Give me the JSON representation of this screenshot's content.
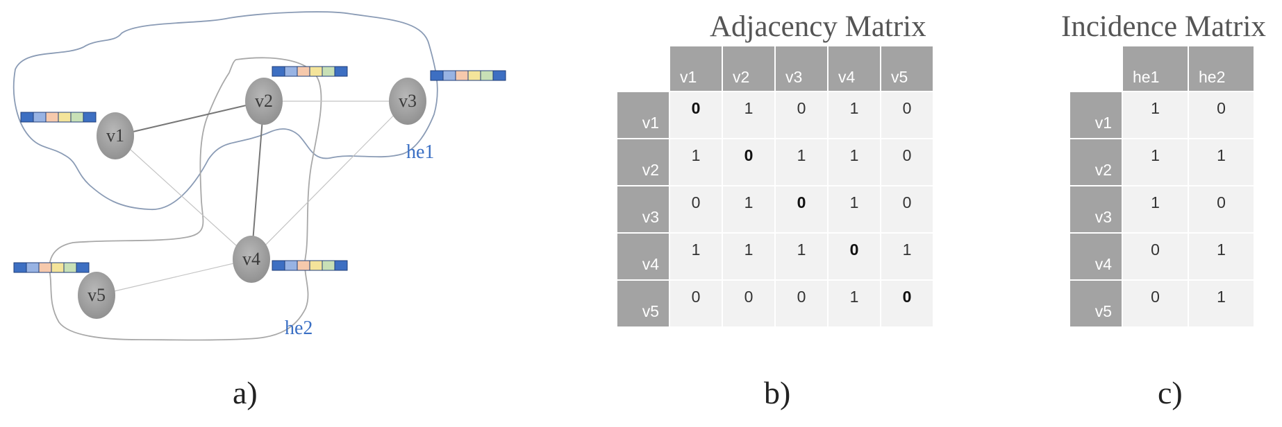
{
  "graph": {
    "nodes": [
      {
        "id": "v1",
        "label": "v1"
      },
      {
        "id": "v2",
        "label": "v2"
      },
      {
        "id": "v3",
        "label": "v3"
      },
      {
        "id": "v4",
        "label": "v4"
      },
      {
        "id": "v5",
        "label": "v5"
      }
    ],
    "edges": [
      [
        "v1",
        "v2"
      ],
      [
        "v2",
        "v3"
      ],
      [
        "v1",
        "v4"
      ],
      [
        "v2",
        "v4"
      ],
      [
        "v3",
        "v4"
      ],
      [
        "v4",
        "v5"
      ]
    ],
    "hyperedges": [
      {
        "label": "he1",
        "members": [
          "v1",
          "v2",
          "v3"
        ]
      },
      {
        "label": "he2",
        "members": [
          "v2",
          "v4",
          "v5"
        ]
      }
    ],
    "feature_colors": [
      "#3d6fc2",
      "#98b3e3",
      "#f6c9ac",
      "#f4e49a",
      "#c8e0b6",
      "#3d6fc2"
    ]
  },
  "adjacency": {
    "title": "Adjacency Matrix",
    "columns": [
      "v1",
      "v2",
      "v3",
      "v4",
      "v5"
    ],
    "rows": [
      {
        "label": "v1",
        "values": [
          "0",
          "1",
          "0",
          "1",
          "0"
        ]
      },
      {
        "label": "v2",
        "values": [
          "1",
          "0",
          "1",
          "1",
          "0"
        ]
      },
      {
        "label": "v3",
        "values": [
          "0",
          "1",
          "0",
          "1",
          "0"
        ]
      },
      {
        "label": "v4",
        "values": [
          "1",
          "1",
          "1",
          "0",
          "1"
        ]
      },
      {
        "label": "v5",
        "values": [
          "0",
          "0",
          "0",
          "1",
          "0"
        ]
      }
    ]
  },
  "incidence": {
    "title": "Incidence Matrix",
    "columns": [
      "he1",
      "he2"
    ],
    "rows": [
      {
        "label": "v1",
        "values": [
          "1",
          "0"
        ]
      },
      {
        "label": "v2",
        "values": [
          "1",
          "1"
        ]
      },
      {
        "label": "v3",
        "values": [
          "1",
          "0"
        ]
      },
      {
        "label": "v4",
        "values": [
          "0",
          "1"
        ]
      },
      {
        "label": "v5",
        "values": [
          "0",
          "1"
        ]
      }
    ]
  },
  "captions": {
    "a": "a)",
    "b": "b)",
    "c": "c)"
  }
}
